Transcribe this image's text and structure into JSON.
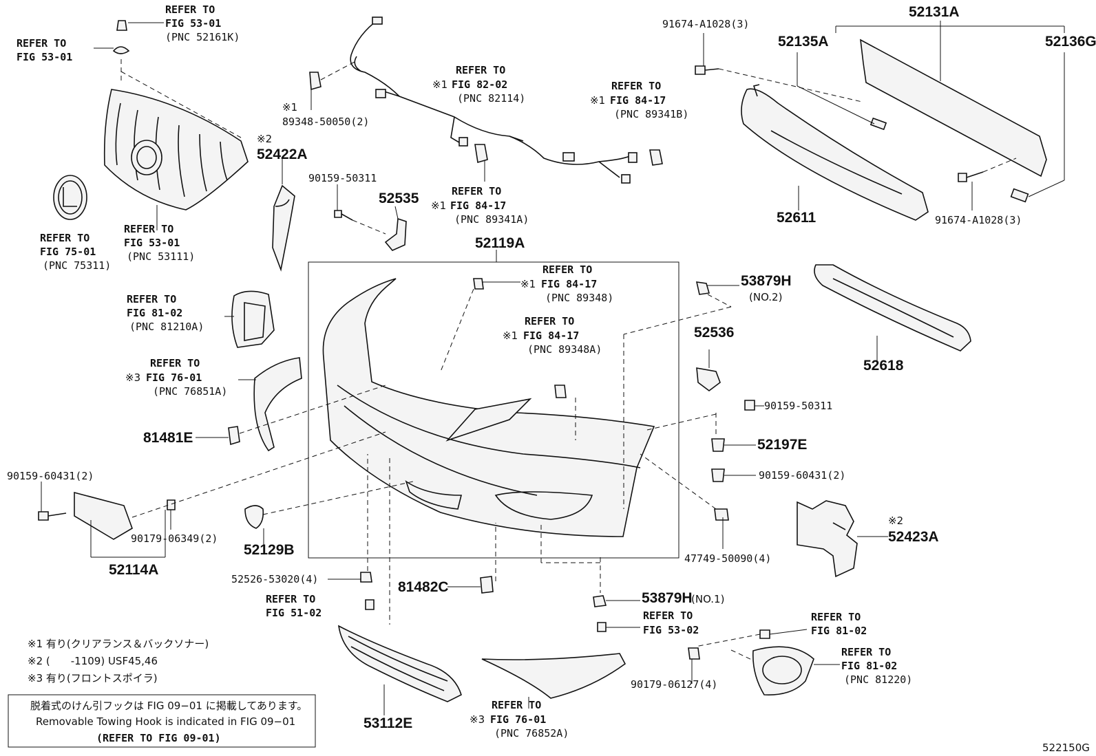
{
  "parts": {
    "p52131A": "52131A",
    "p52135A": "52135A",
    "p52136G": "52136G",
    "p52611": "52611",
    "p91674_top": "91674-A1028(3)",
    "p91674_bottom": "91674-A1028(3)",
    "p52119A": "52119A",
    "p52422A": "52422A",
    "p52423A": "52423A",
    "p52535": "52535",
    "p52536": "52536",
    "p52618": "52618",
    "p53879H_2": "53879H",
    "p53879H_2_note": "(NO.2)",
    "p53879H_1": "53879H",
    "p53879H_1_note": "(NO.1)",
    "p52197E": "52197E",
    "p90159_50311_a": "90159-50311",
    "p90159_50311_b": "90159-50311",
    "p90159_60431_a": "90159-60431(2)",
    "p90159_60431_b": "90159-60431(2)",
    "p89348_50050": "89348-50050(2)",
    "p81481E": "81481E",
    "p81482C": "81482C",
    "p52114A": "52114A",
    "p90179_06349": "90179-06349(2)",
    "p52129B": "52129B",
    "p47749": "47749-50090(4)",
    "p52526": "52526-53020(4)",
    "p53112E": "53112E",
    "p90179_06127": "90179-06127(4)"
  },
  "marks": {
    "m1": "※1",
    "m2": "※2",
    "m3": "※3"
  },
  "refs": {
    "r_grille_clip": [
      "REFER TO",
      "FIG 53-01",
      "(PNC 52161K)"
    ],
    "r_grille_top": [
      "REFER TO",
      "FIG 53-01"
    ],
    "r_emblem": [
      "REFER TO",
      "FIG 75-01",
      "(PNC 75311)"
    ],
    "r_grille": [
      "REFER TO",
      "FIG 53-01",
      "(PNC 53111)"
    ],
    "r_wire": [
      "REFER TO",
      "FIG 82-02",
      "(PNC 82114)"
    ],
    "r_sensor_top": [
      "REFER TO",
      "FIG 84-17",
      "(PNC 89341B)"
    ],
    "r_sensor_mid": [
      "REFER TO",
      "FIG 84-17",
      "(PNC 89341A)"
    ],
    "r_89348": [
      "REFER TO",
      "FIG 84-17",
      "(PNC 89348)"
    ],
    "r_89348A": [
      "REFER TO",
      "FIG 84-17",
      "(PNC 89348A)"
    ],
    "r_lamp_left": [
      "REFER TO",
      "FIG 81-02",
      "(PNC 81210A)"
    ],
    "r_spoiler_left": [
      "REFER TO",
      "FIG 76-01",
      "(PNC 76851A)"
    ],
    "r_51_02": [
      "REFER TO",
      "FIG 51-02"
    ],
    "r_53_02": [
      "REFER TO",
      "FIG 53-02"
    ],
    "r_fog_screw": [
      "REFER TO",
      "FIG 81-02"
    ],
    "r_fog": [
      "REFER TO",
      "FIG 81-02",
      "(PNC 81220)"
    ],
    "r_spoiler_right": [
      "REFER TO",
      "FIG 76-01",
      "(PNC 76852A)"
    ]
  },
  "notes": {
    "n1": "※1 有り(クリアランス＆バックソナー)",
    "n2": "※2 (　　-1109) USF45,46",
    "n3": "※3 有り(フロントスポイラ)",
    "box_jp": "脱着式のけん引フックは FIG 09−01 に掲載してあります。",
    "box_en": "Removable Towing Hook is indicated in FIG 09−01",
    "box_ref": "(REFER TO FIG 09-01)"
  },
  "diagram_id": "522150G"
}
